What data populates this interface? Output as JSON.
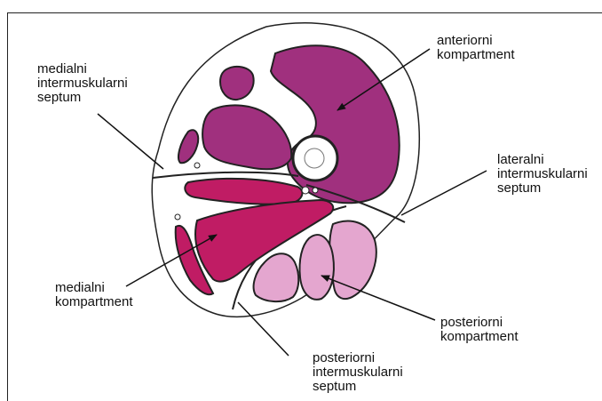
{
  "labels": {
    "anterior": "anteriorni\nkompartment",
    "medial_septum": "medialni\nintermuskularni\nseptum",
    "lateral_septum": "lateralni\nintermuskularni\nseptum",
    "medial_compartment": "medialni\nkompartment",
    "posterior_compartment": "posteriorni\nkompartment",
    "posterior_septum": "posteriorni\nintermuskularni\nseptum"
  },
  "colors": {
    "anterior": "#a0307e",
    "medial": "#c01c64",
    "posterior": "#e4a6cf",
    "outline": "#222222",
    "fascia_fill": "#ffffff"
  }
}
